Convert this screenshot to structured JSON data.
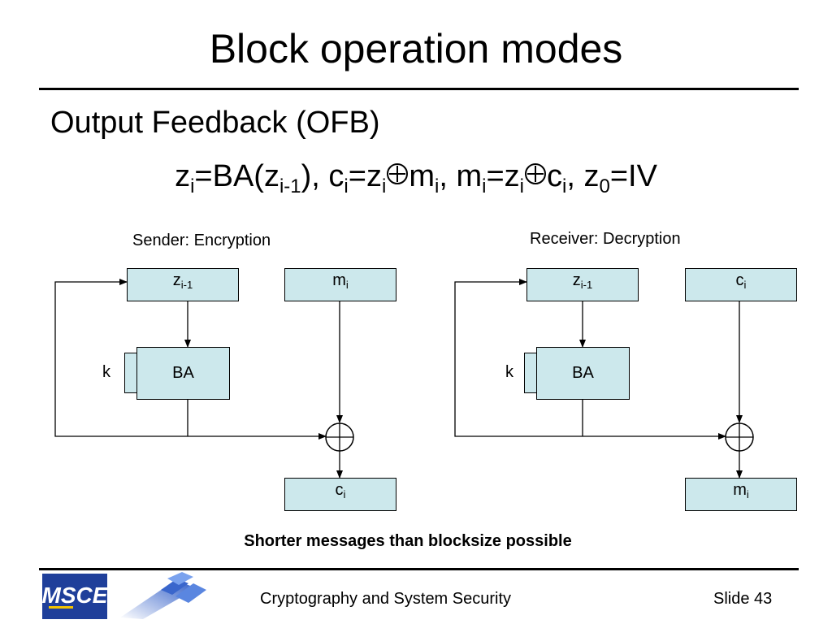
{
  "slide": {
    "title": "Block operation modes",
    "subtitle": "Output Feedback (OFB)",
    "formula": {
      "z": "z",
      "i": "i",
      "eq": "=",
      "ba": "BA(z",
      "im1": "i-1",
      "close": "), ",
      "c": "c",
      "m": "m",
      "comma": ", ",
      "z0sub": "0",
      "iv": "IV"
    },
    "note": "Shorter messages than blocksize possible"
  },
  "sender": {
    "label": "Sender: Encryption",
    "z_box": {
      "var": "z",
      "sub": "i-1"
    },
    "m_box": {
      "var": "m",
      "sub": "i"
    },
    "cipher_box": {
      "label": "BA"
    },
    "key_label": "k",
    "out_box": {
      "var": "c",
      "sub": "i"
    }
  },
  "receiver": {
    "label": "Receiver: Decryption",
    "z_box": {
      "var": "z",
      "sub": "i-1"
    },
    "c_box": {
      "var": "c",
      "sub": "i"
    },
    "cipher_box": {
      "label": "BA"
    },
    "key_label": "k",
    "out_box": {
      "var": "m",
      "sub": "i"
    }
  },
  "footer": {
    "logo_text": "MSCE",
    "course": "Cryptography and System Security",
    "slide_number": "Slide 43"
  },
  "colors": {
    "box_fill": "#cce8ec",
    "logo_blue": "#1f3f9a",
    "logo_yellow": "#f4c400"
  }
}
